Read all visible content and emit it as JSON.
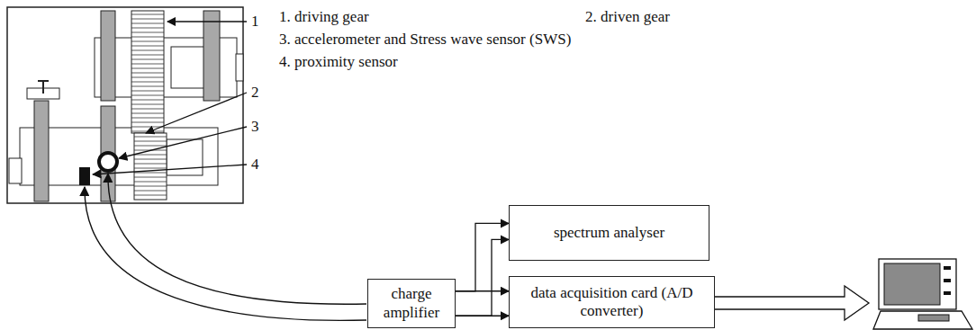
{
  "diagram": {
    "nodes": [
      {
        "text": [
          "charge amplifier"
        ]
      },
      {
        "text": [
          "spectrum analyser"
        ]
      },
      {
        "text": [
          "data acquisition card (A/D converter)"
        ]
      }
    ],
    "edges": [
      {
        "from": 0,
        "to": 1,
        "arrow": "to"
      },
      {
        "from": 0,
        "to": 1,
        "arrow": "to"
      },
      {
        "from": 0,
        "to": 2,
        "arrow": "to"
      },
      {
        "from": 0,
        "to": 2,
        "arrow": "to"
      }
    ],
    "labels": [
      "1. driving gear",
      "2. driven gear",
      "3. accelerometer and Stress wave sensor (SWS)",
      "4. proximity sensor",
      "1",
      "2",
      "3",
      "4"
    ]
  }
}
